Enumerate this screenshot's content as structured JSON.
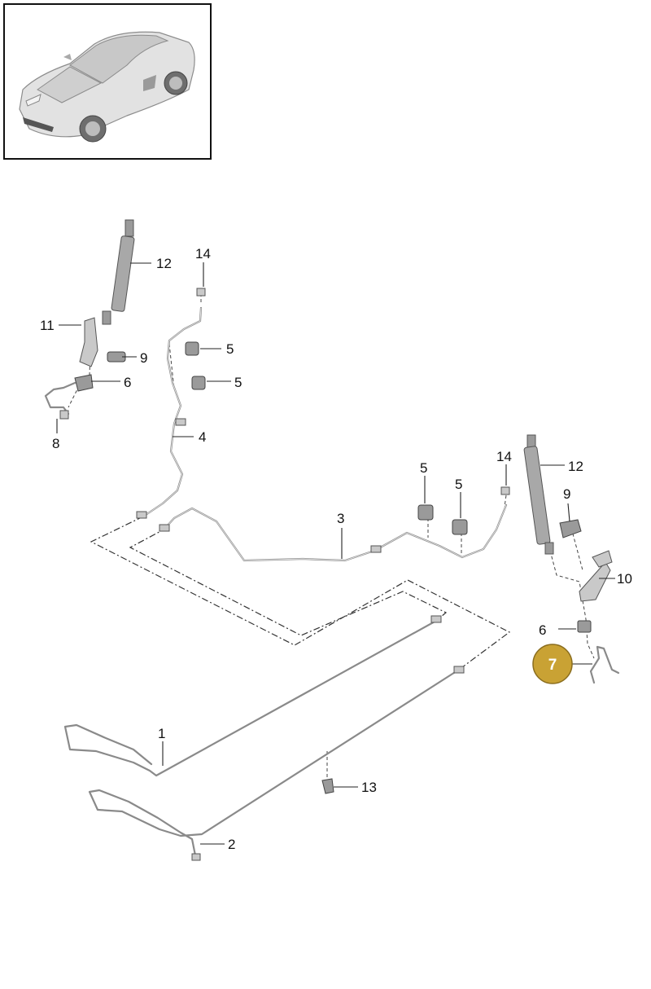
{
  "thumbnail": {
    "icon": "car-icon"
  },
  "callouts": {
    "c1": "1",
    "c2": "2",
    "c3": "3",
    "c4": "4",
    "c5a": "5",
    "c5b": "5",
    "c5c": "5",
    "c5d": "5",
    "c6a": "6",
    "c6b": "6",
    "c7": "7",
    "c8": "8",
    "c9a": "9",
    "c9b": "9",
    "c10": "10",
    "c11": "11",
    "c12a": "12",
    "c12b": "12",
    "c13": "13",
    "c14a": "14",
    "c14b": "14"
  },
  "highlight_color": "#c9a234"
}
